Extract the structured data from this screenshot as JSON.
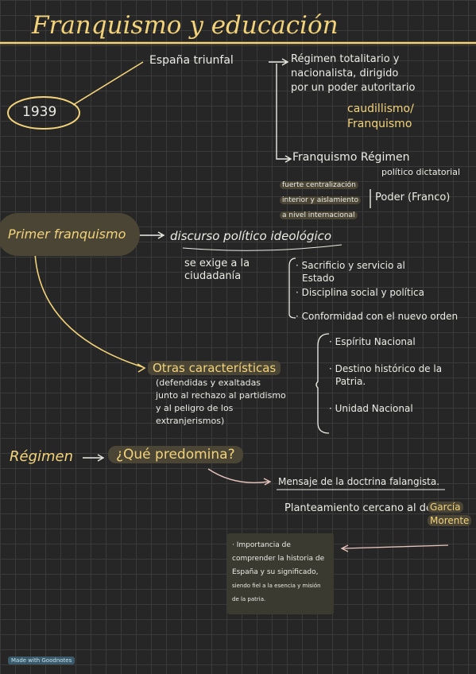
{
  "title": "Franquismo y educación",
  "year": "1939",
  "espana_triunfal": "España triunfal",
  "regimen_desc": [
    "Régimen totalitario y",
    "nacionalista, dirigido",
    "por un poder autoritario"
  ],
  "caudillismo": [
    "caudillismo/",
    "Franquismo"
  ],
  "franquismo_regimen": "Franquismo Régimen",
  "politico_dictatorial": "político dictatorial",
  "poder_franco": "Poder (Franco)",
  "fuerte": [
    "fuerte centralización",
    "interior y aislamiento",
    "a nivel internacional"
  ],
  "primer_franquismo": "Primer franquismo",
  "discurso": "discurso político ideológico",
  "se_exige": [
    "se exige a la",
    "ciudadanía"
  ],
  "exigencias": [
    "· Sacrificio y servicio al",
    "Estado",
    "· Disciplina social y política",
    "· Conformidad con el nuevo orden"
  ],
  "otras": "Otras características",
  "otras_desc": [
    "(defendidas y exaltadas",
    "junto al rechazo al partidismo",
    "y al peligro de los",
    "extranjerismos)"
  ],
  "valores": [
    "· Espíritu Nacional",
    "· Destino histórico de la",
    "Patria.",
    "· Unidad Nacional"
  ],
  "regimen": "Régimen",
  "que_predomina": "¿Qué predomina?",
  "mensaje": "Mensaje de la doctrina falangista.",
  "planteamiento": "Planteamiento cercano al de",
  "garcia_morente": [
    "García",
    "Morente"
  ],
  "nota": [
    "· Importancia de",
    "comprender la historia de",
    "España y su significado,",
    "siendo fiel a la esencia y misión",
    "de la patria."
  ],
  "badge": "Made with Goodnotes"
}
